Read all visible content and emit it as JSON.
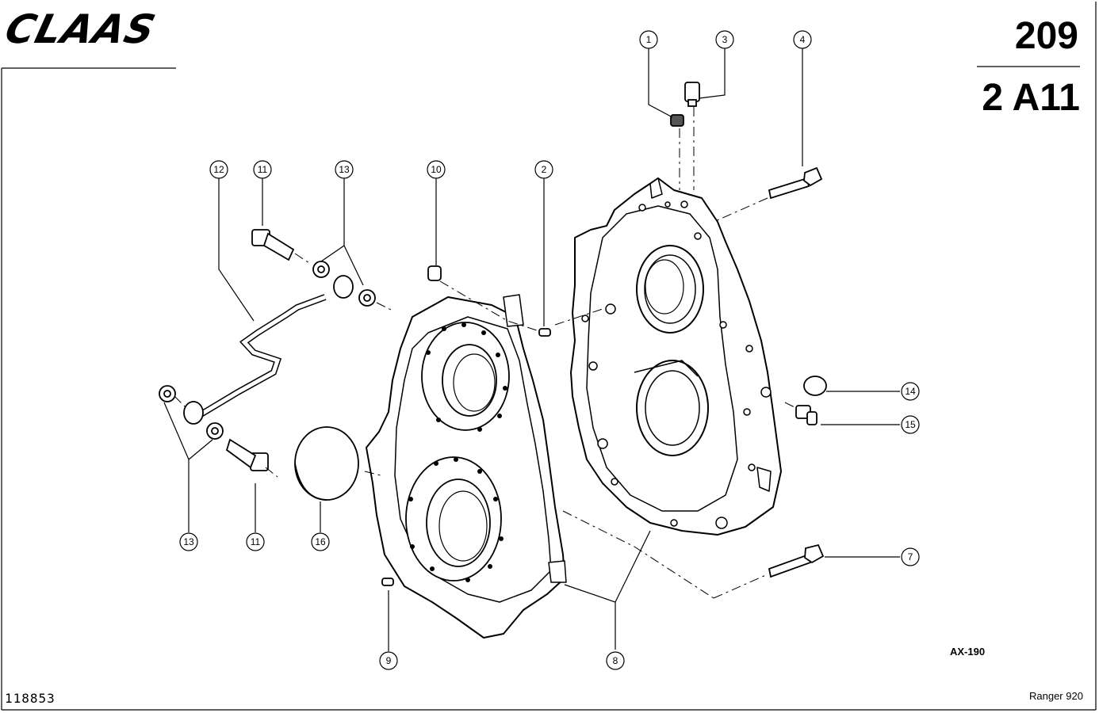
{
  "header": {
    "brand": "CLAAS",
    "page_number": "209",
    "group_code": "2 A11"
  },
  "footer": {
    "drawing_code": "AX-190",
    "document_number": "118853",
    "model": "Ranger 920"
  },
  "callouts": [
    "1",
    "3",
    "4",
    "12",
    "11",
    "13",
    "10",
    "2",
    "14",
    "15",
    "13",
    "11",
    "16",
    "7",
    "9",
    "8"
  ]
}
